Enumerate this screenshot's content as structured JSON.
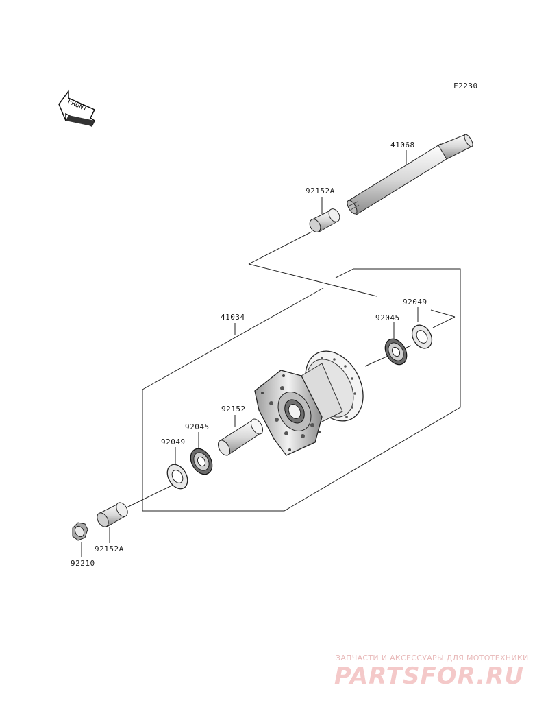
{
  "diagram_code": "F2230",
  "front_badge": "FRONT",
  "parts": {
    "axle": "41068",
    "collar_upper": "92152A",
    "hub": "41034",
    "seal_right": "92049",
    "bearing_right": "92045",
    "spacer": "92152",
    "bearing_left": "92045",
    "seal_left": "92049",
    "collar_lower": "92152A",
    "nut": "92210"
  },
  "watermark": {
    "tagline": "ЗАПЧАСТИ И АКСЕССУАРЫ ДЛЯ МОТОТЕХНИКИ",
    "logo": "PARTSFOR.RU"
  }
}
